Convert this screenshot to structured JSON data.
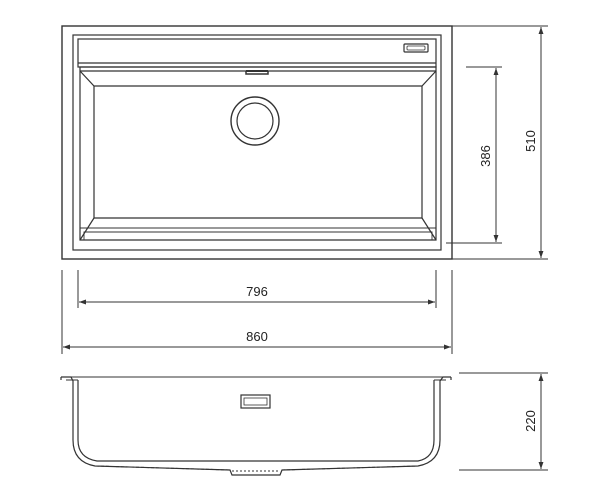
{
  "dimensions": {
    "inner_width": "796",
    "outer_width": "860",
    "bowl_length": "386",
    "outer_length": "510",
    "depth": "220"
  },
  "colors": {
    "line": "#333333",
    "background": "#ffffff"
  }
}
